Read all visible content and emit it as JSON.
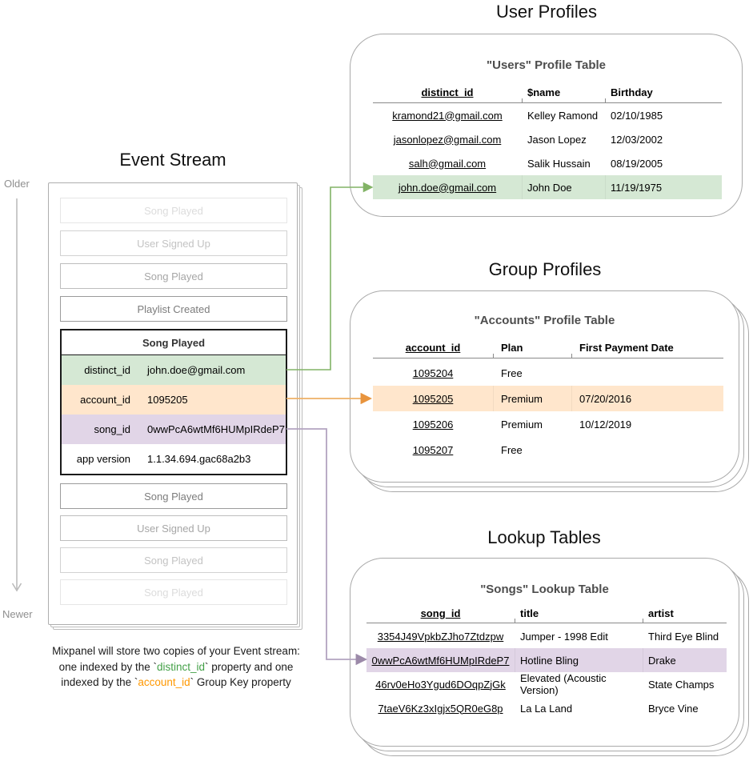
{
  "colors": {
    "green_fill": "#d5e8d4",
    "green_stroke": "#82b366",
    "orange_fill": "#ffe6cc",
    "orange_stroke": "#e8a44c",
    "purple_fill": "#e1d5e7",
    "purple_stroke": "#a295ae",
    "caption_green": "#43a047",
    "caption_orange": "#ff9800"
  },
  "event_stream": {
    "title": "Event Stream",
    "axis": {
      "older": "Older",
      "newer": "Newer"
    },
    "events_before": [
      {
        "label": "Song Played"
      },
      {
        "label": "User Signed Up"
      },
      {
        "label": "Song Played"
      },
      {
        "label": "Playlist Created"
      }
    ],
    "expanded_event": {
      "title": "Song Played",
      "properties": [
        {
          "key": "distinct_id",
          "value": "john.doe@gmail.com"
        },
        {
          "key": "account_id",
          "value": "1095205"
        },
        {
          "key": "song_id",
          "value": "0wwPcA6wtMf6HUMpIRdeP7"
        },
        {
          "key": "app version",
          "value": "1.1.34.694.gac68a2b3"
        }
      ]
    },
    "events_after": [
      {
        "label": "Song Played"
      },
      {
        "label": "User Signed Up"
      },
      {
        "label": "Song Played"
      },
      {
        "label": "Song Played"
      }
    ],
    "caption": {
      "line1": "Mixpanel will store two copies of your Event stream:",
      "line2_pre": "one indexed by the `",
      "line2_key": "distinct_id",
      "line2_post": "` property and one",
      "line3_pre": "indexed by the `",
      "line3_key": "account_id",
      "line3_post": "` Group Key property"
    }
  },
  "user_profiles": {
    "section_title": "User Profiles",
    "card_title": "\"Users\" Profile Table",
    "columns": [
      "distinct_id",
      "$name",
      "Birthday"
    ],
    "rows": [
      {
        "distinct_id": "kramond21@gmail.com",
        "name": "Kelley Ramond",
        "birthday": "02/10/1985"
      },
      {
        "distinct_id": "jasonlopez@gmail.com",
        "name": "Jason Lopez",
        "birthday": "12/03/2002"
      },
      {
        "distinct_id": "salh@gmail.com",
        "name": "Salik Hussain",
        "birthday": "08/19/2005"
      },
      {
        "distinct_id": "john.doe@gmail.com",
        "name": "John Doe",
        "birthday": "11/19/1975"
      }
    ]
  },
  "group_profiles": {
    "section_title": "Group Profiles",
    "card_title": "\"Accounts\" Profile Table",
    "columns": [
      "account_id",
      "Plan",
      "First Payment Date"
    ],
    "rows": [
      {
        "account_id": "1095204",
        "plan": "Free",
        "first_payment_date": ""
      },
      {
        "account_id": "1095205",
        "plan": "Premium",
        "first_payment_date": "07/20/2016"
      },
      {
        "account_id": "1095206",
        "plan": "Premium",
        "first_payment_date": "10/12/2019"
      },
      {
        "account_id": "1095207",
        "plan": "Free",
        "first_payment_date": ""
      }
    ]
  },
  "lookup_tables": {
    "section_title": "Lookup Tables",
    "card_title": "\"Songs\" Lookup Table",
    "columns": [
      "song_id",
      "title",
      "artist"
    ],
    "rows": [
      {
        "song_id": "3354J49VpkbZJho7Ztdzpw",
        "title": "Jumper - 1998 Edit",
        "artist": "Third Eye Blind"
      },
      {
        "song_id": "0wwPcA6wtMf6HUMpIRdeP7",
        "title": "Hotline Bling",
        "artist": "Drake"
      },
      {
        "song_id": "46rv0eHo3Ygud6DOqpZjGk",
        "title": "Elevated (Acoustic Version)",
        "artist": "State Champs"
      },
      {
        "song_id": "7taeV6Kz3xIgjx5QR0eG8p",
        "title": "La La Land",
        "artist": "Bryce Vine"
      }
    ]
  }
}
